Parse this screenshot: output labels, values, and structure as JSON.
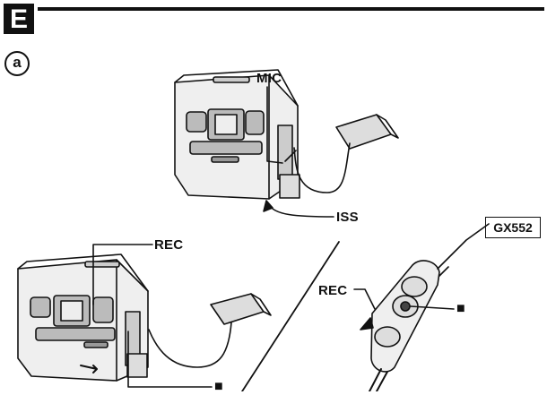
{
  "section": {
    "letter": "E",
    "sub": "a"
  },
  "labels": {
    "mic": "MIC",
    "iss": "ISS",
    "rec_left": "REC",
    "rec_right": "REC",
    "stop_left": "■",
    "stop_right": "■",
    "model": "GX552"
  }
}
